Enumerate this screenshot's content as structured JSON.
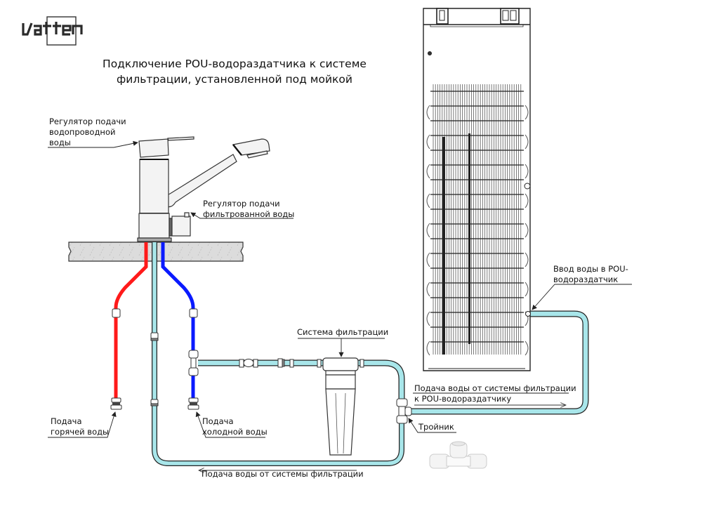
{
  "brand": {
    "logo_text": "vatten"
  },
  "title": {
    "line1": "Подключение POU-водораздатчика к системе",
    "line2": "фильтрации, установленной под мойкой"
  },
  "labels": {
    "tap_water_regulator": [
      "Регулятор подачи",
      "водопроводной",
      "воды"
    ],
    "filtered_water_regulator": [
      "Регулятор подачи",
      "фильтрованной воды"
    ],
    "hot_water_supply": [
      "Подача",
      "горячей воды"
    ],
    "cold_water_supply": [
      "Подача",
      "холодной воды"
    ],
    "filter_system": "Система фильтрации",
    "supply_to_dispenser": [
      "Подача воды от системы фильтрации",
      "к POU-водораздатчику"
    ],
    "tee": "Тройник",
    "supply_from_filter": "Подача воды от системы фильтрации",
    "dispenser_inlet": [
      "Ввод воды в POU-",
      "водораздатчик"
    ]
  },
  "colors": {
    "hot_pipe": "#ff1a1a",
    "cold_pipe": "#0a1aff",
    "filtered_pipe": "#a8e6ea",
    "outline": "#222222",
    "countertop": "#d9d9d9"
  }
}
